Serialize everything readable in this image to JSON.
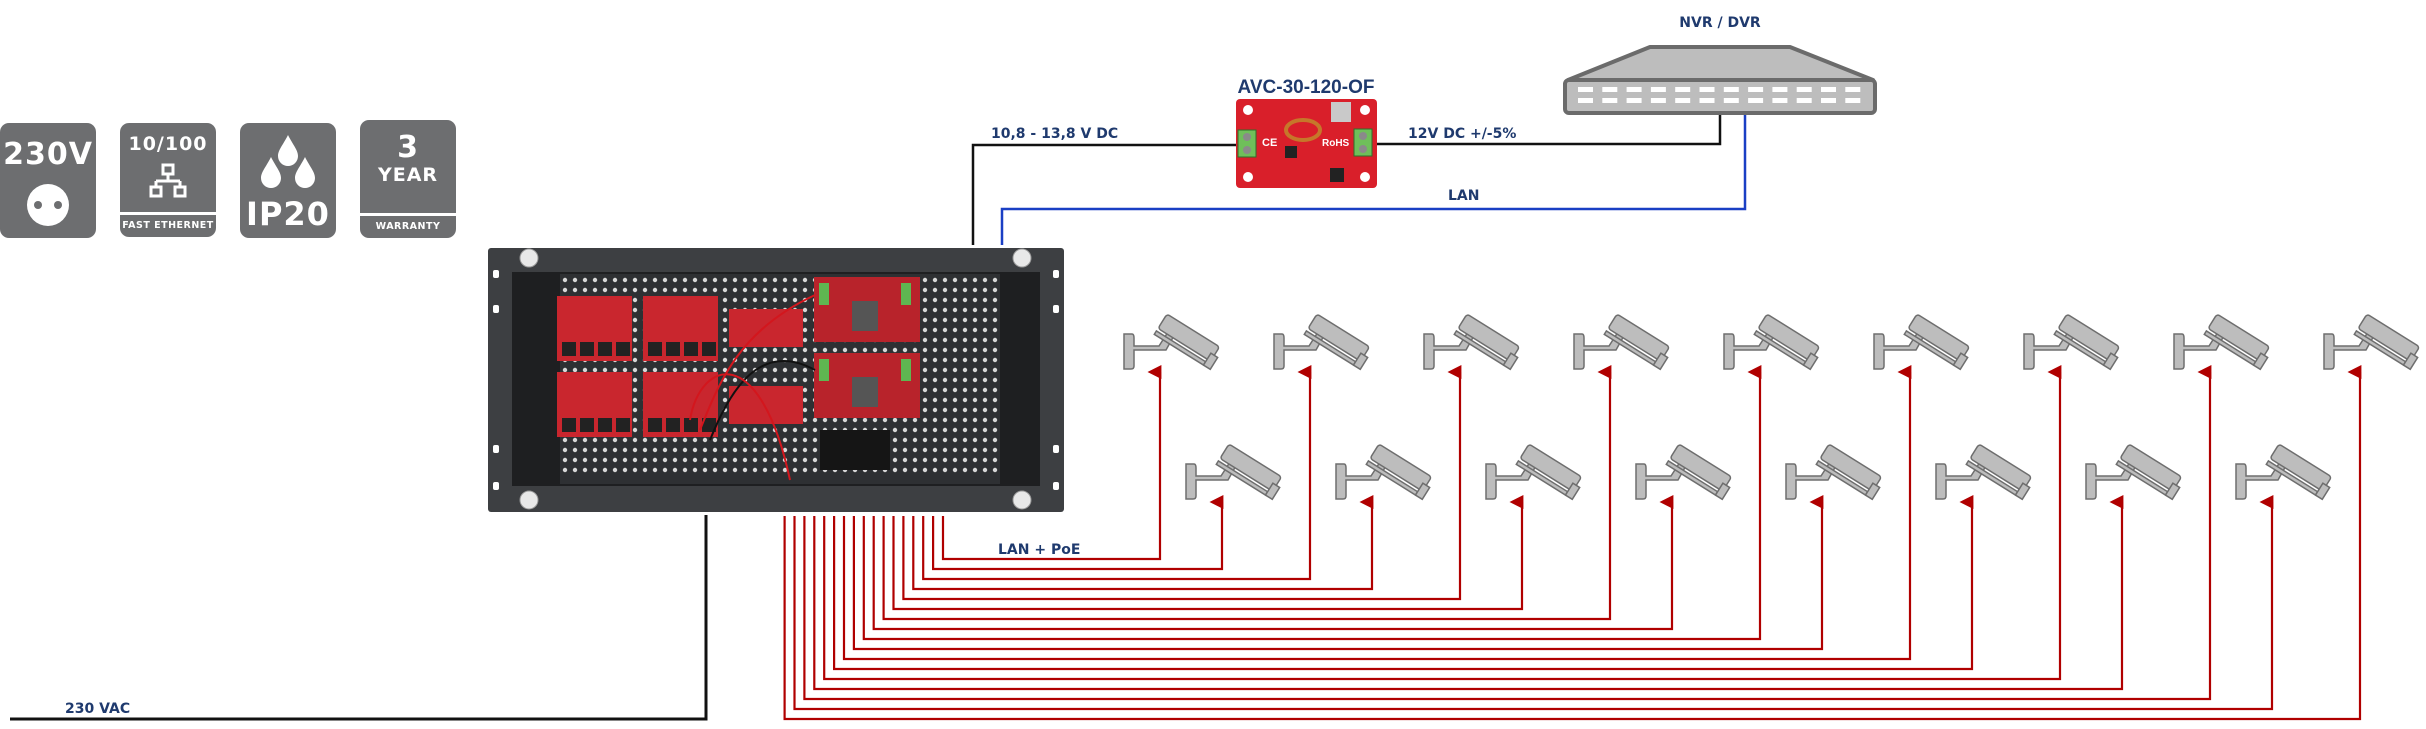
{
  "badges": [
    {
      "id": "voltage",
      "title": "230V",
      "icon": "power-socket-icon",
      "footer": ""
    },
    {
      "id": "network",
      "title": "10/100",
      "icon": "network-topology-icon",
      "footer": "FAST ETHERNET"
    },
    {
      "id": "protection",
      "title": "IP20",
      "icon": "water-drops-icon",
      "footer": ""
    },
    {
      "id": "warranty",
      "title": "3",
      "subtitle": "YEAR",
      "icon": "",
      "footer": "WARRANTY"
    }
  ],
  "labels": {
    "converter_model": "AVC-30-120-OF",
    "converter_input": "10,8 - 13,8 V DC",
    "converter_output": "12V DC +/-5%",
    "recorder": "NVR / DVR",
    "lan_uplink": "LAN",
    "poe_links": "LAN + PoE",
    "mains": "230 VAC"
  },
  "devices": {
    "rack_unit": "rack-mount PoE switch enclosure",
    "converter": "AVC-30-120-OF DC/DC converter",
    "recorder": "NVR / DVR",
    "camera_count": 17,
    "cameras_top_row": 9,
    "cameras_bottom_row": 8,
    "recorder_ports": 24
  },
  "colors": {
    "badge_gray": "#6d6e70",
    "label_navy": "#1f3a6e",
    "poe_red": "#b00000",
    "lan_blue": "#1a3fc4",
    "power_black": "#111111",
    "device_gray": "#bdbdbd",
    "device_outline": "#6b6b6b"
  }
}
